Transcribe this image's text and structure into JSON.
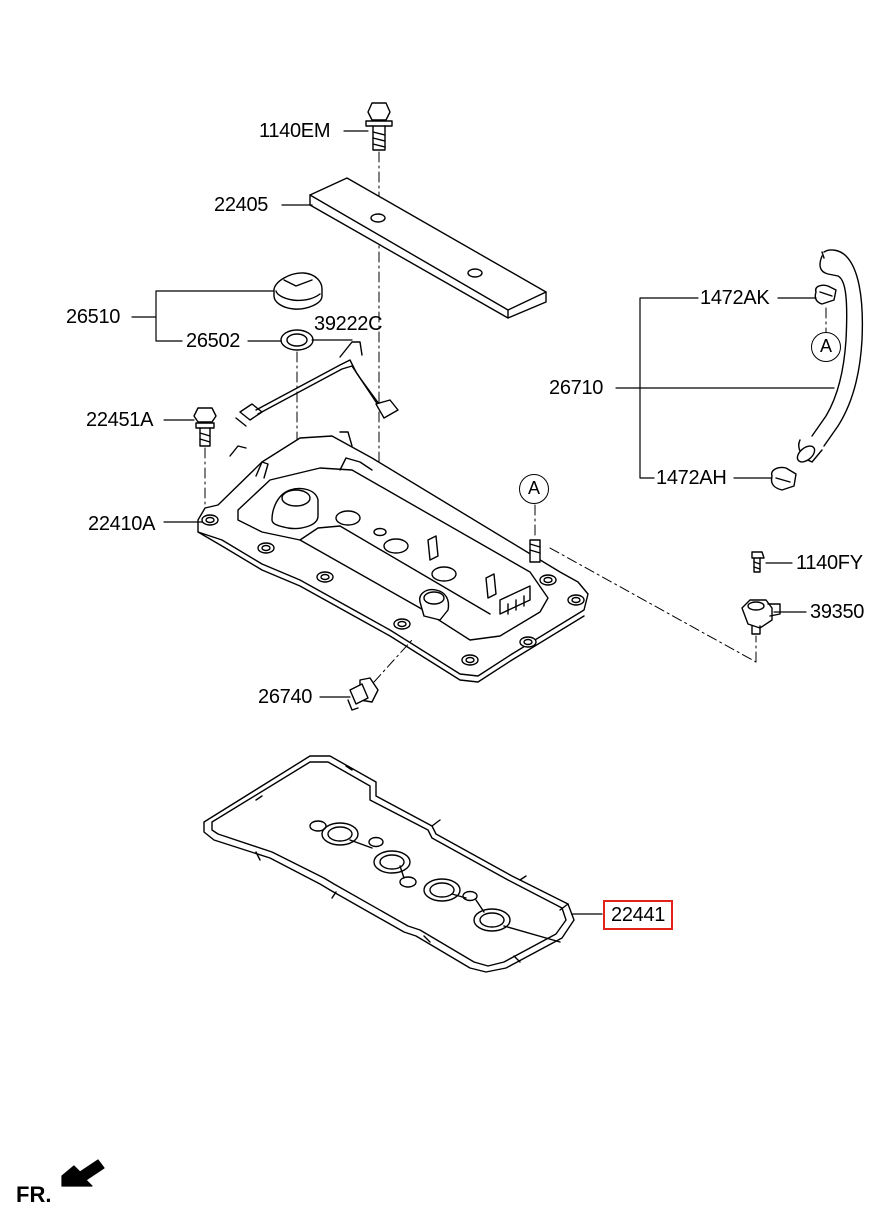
{
  "diagram": {
    "parts": [
      {
        "id": "p1140em",
        "number": "1140EM"
      },
      {
        "id": "p22405",
        "number": "22405"
      },
      {
        "id": "p26510",
        "number": "26510"
      },
      {
        "id": "p26502",
        "number": "26502"
      },
      {
        "id": "p39222c",
        "number": "39222C"
      },
      {
        "id": "p22451a",
        "number": "22451A"
      },
      {
        "id": "p22410a",
        "number": "22410A"
      },
      {
        "id": "p26740",
        "number": "26740"
      },
      {
        "id": "p1472ak",
        "number": "1472AK"
      },
      {
        "id": "p26710",
        "number": "26710"
      },
      {
        "id": "p1472ah",
        "number": "1472AH"
      },
      {
        "id": "p1140fy",
        "number": "1140FY"
      },
      {
        "id": "p39350",
        "number": "39350"
      },
      {
        "id": "p22441",
        "number": "22441",
        "highlighted": true
      }
    ],
    "callouts": [
      "A",
      "A"
    ],
    "orientation_label": "FR.",
    "highlight_color": "#e2231a"
  }
}
